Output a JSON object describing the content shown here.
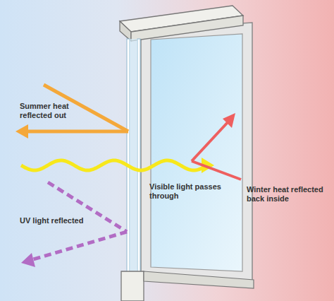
{
  "diagram": {
    "labels": [
      "Summer heat reflected out",
      "Visible light passes through",
      "UV light reflected",
      "Winter heat reflected back inside"
    ]
  }
}
